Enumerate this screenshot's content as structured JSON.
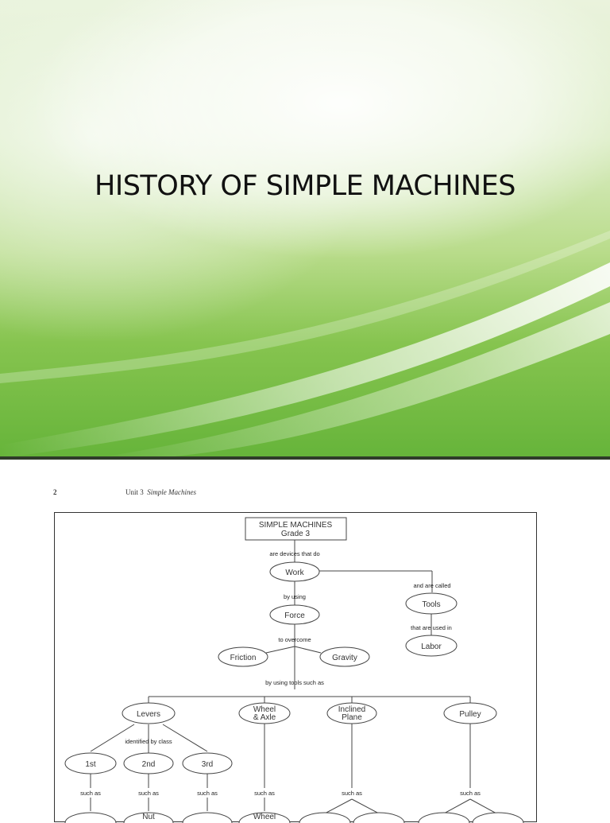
{
  "slide": {
    "title": "HISTORY OF SIMPLE MACHINES"
  },
  "page": {
    "page_number": "2",
    "unit": "Unit 3",
    "unit_title": "Simple Machines"
  },
  "diagram": {
    "title_line1": "SIMPLE MACHINES",
    "title_line2": "Grade 3",
    "link_do_work": "are devices that do",
    "node_work": "Work",
    "link_by_using": "by using",
    "node_force": "Force",
    "link_are_called": "and are called",
    "node_tools": "Tools",
    "link_used_in": "that are used in",
    "node_labor": "Labor",
    "link_to_overcome": "to overcome",
    "node_friction": "Friction",
    "node_gravity": "Gravity",
    "link_tools_such_as": "by using tools such as",
    "node_levers": "Levers",
    "node_wheel_l1": "Wheel",
    "node_wheel_l2": "& Axle",
    "node_inclined_l1": "Inclined",
    "node_inclined_l2": "Plane",
    "node_pulley": "Pulley",
    "link_identified": "identified by class",
    "node_1st": "1st",
    "node_2nd": "2nd",
    "node_3rd": "3rd",
    "link_such_as": "such as",
    "node_nut_partial": "Nut",
    "node_wheel_partial": "Wheel"
  }
}
